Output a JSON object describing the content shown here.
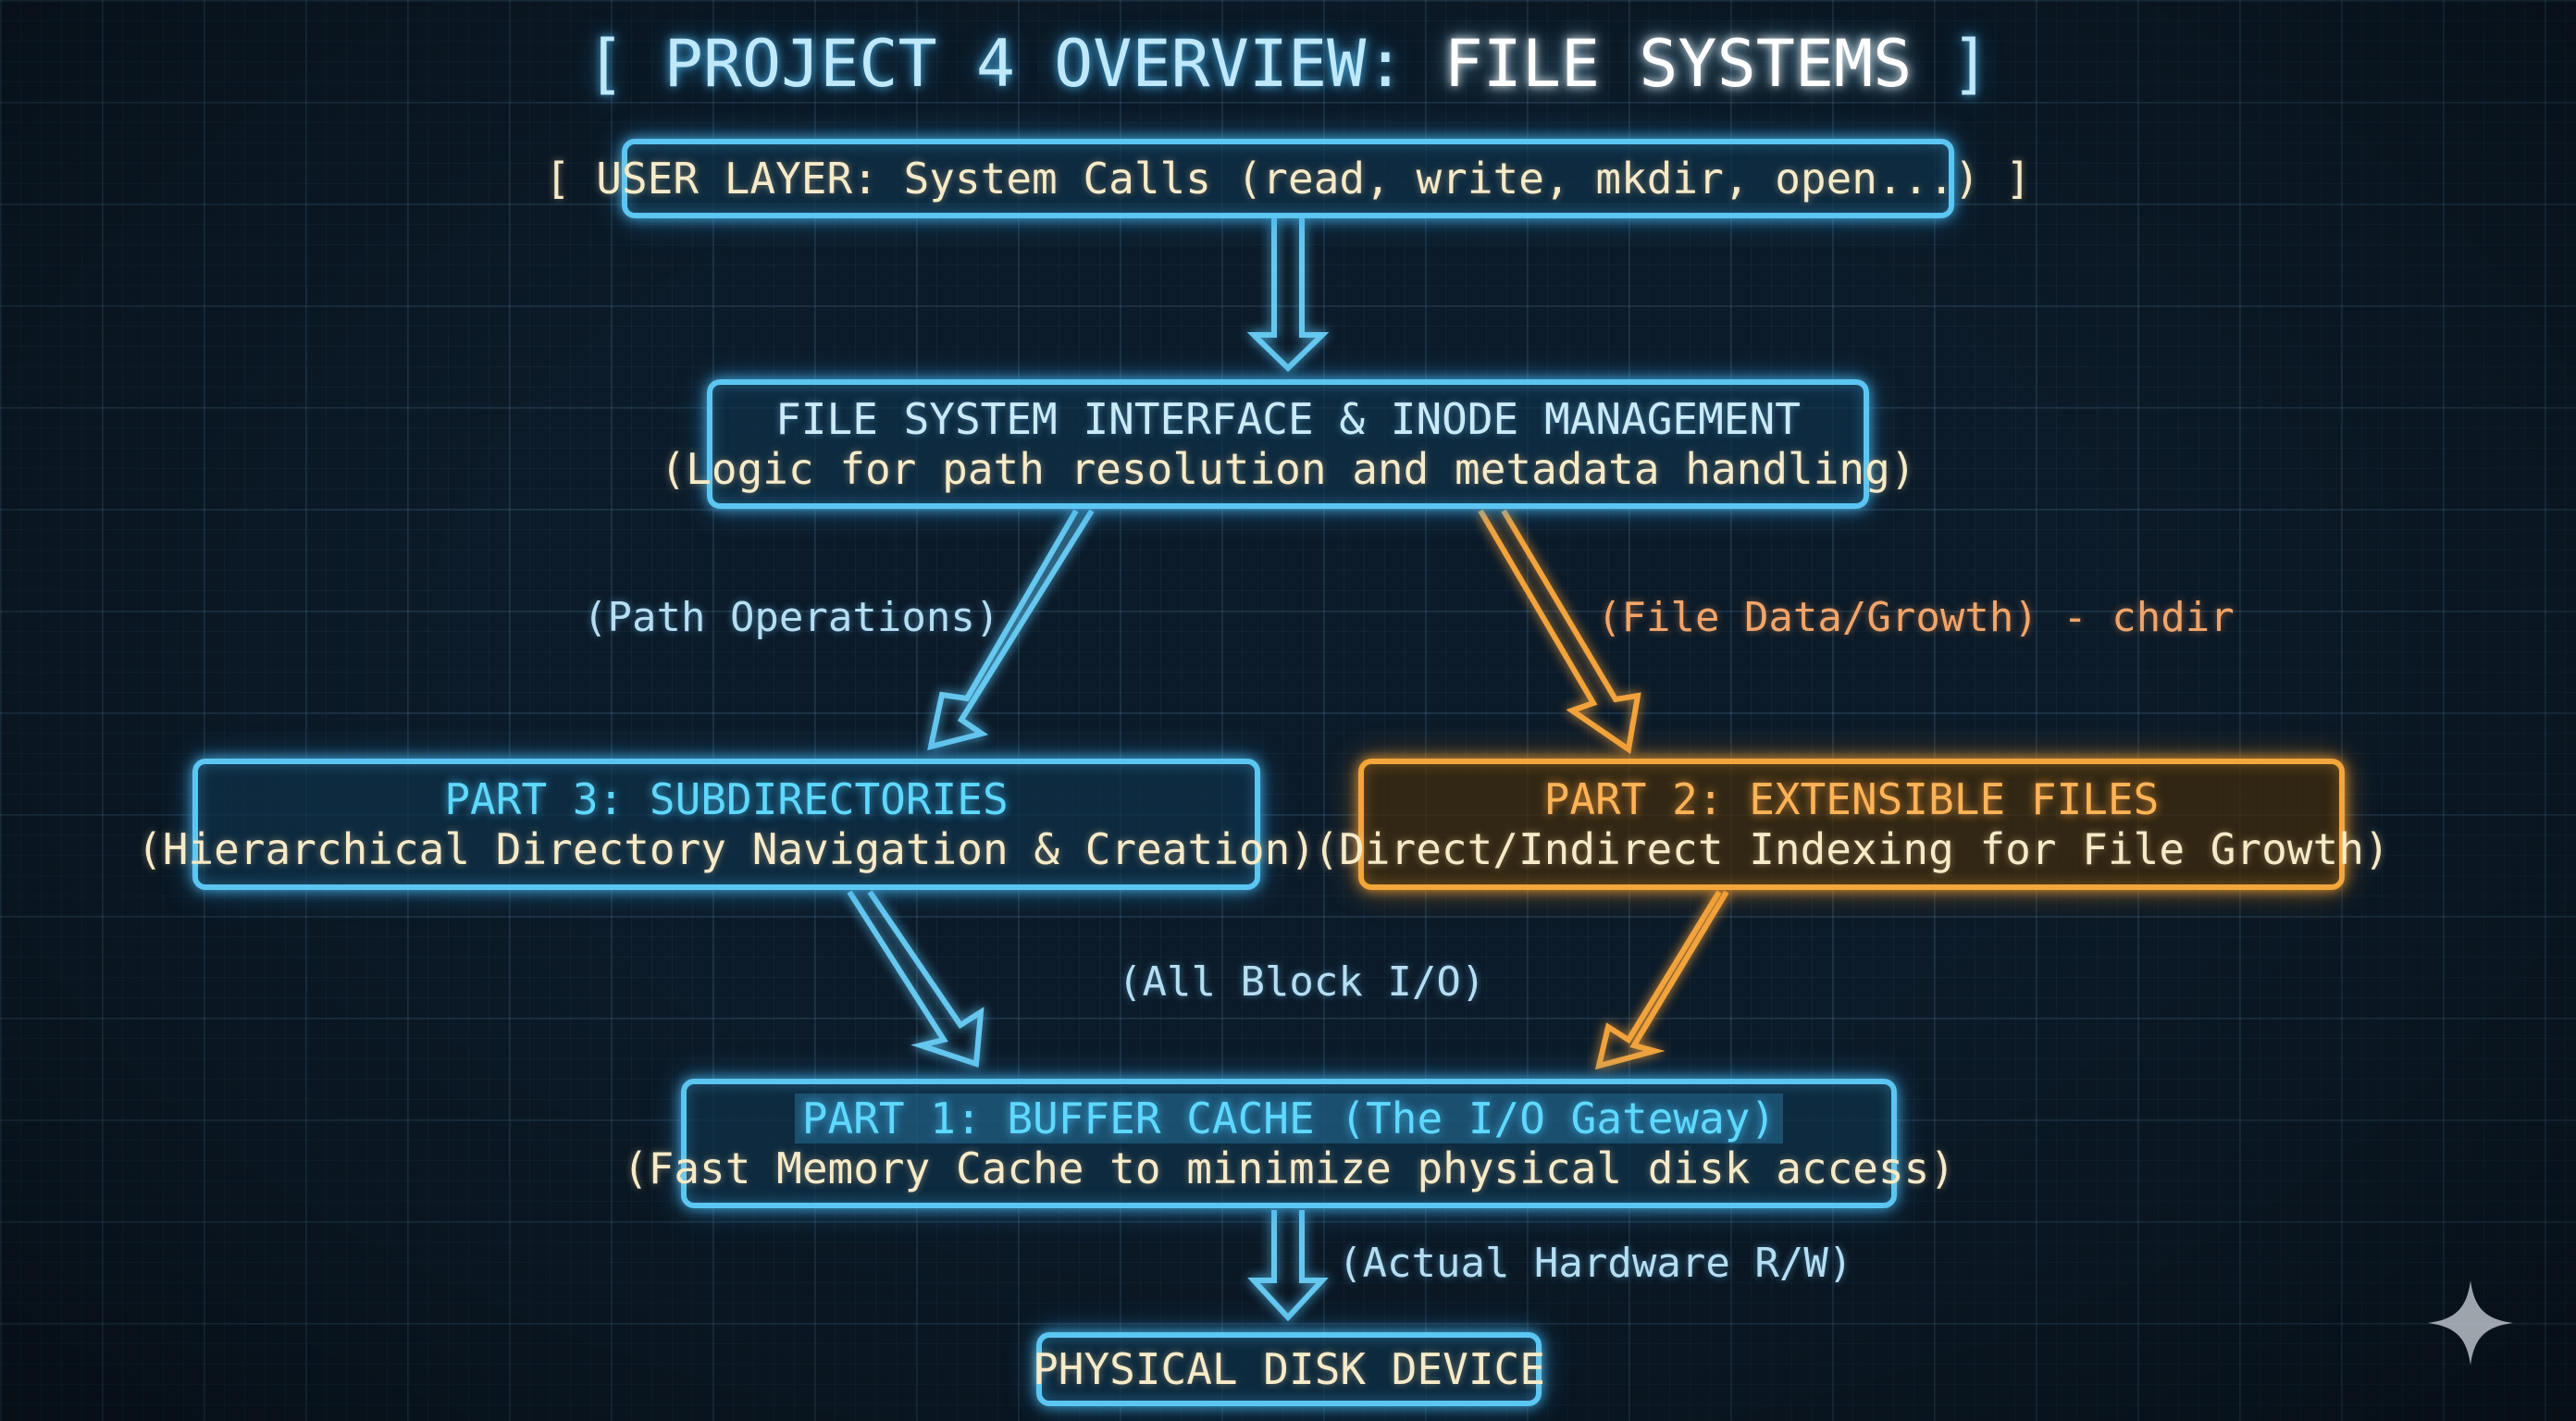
{
  "title": {
    "prefix": "[ PROJECT 4 OVERVIEW: ",
    "highlight": "FILE SYSTEMS",
    "suffix": " ]"
  },
  "boxes": {
    "user_layer": {
      "line1": "[ USER LAYER: System Calls (read, write, mkdir, open...) ]"
    },
    "fs_interface": {
      "line1": "FILE SYSTEM INTERFACE & INODE MANAGEMENT",
      "line2": "(Logic for path resolution and metadata handling)"
    },
    "part3": {
      "line1": "PART 3: SUBDIRECTORIES",
      "line2": "(Hierarchical Directory Navigation & Creation)"
    },
    "part2": {
      "line1": "PART 2: EXTENSIBLE FILES",
      "line2": "(Direct/Indirect Indexing for File Growth)"
    },
    "part1": {
      "line1": "PART 1: BUFFER CACHE (The I/O Gateway)",
      "line2": "(Fast Memory Cache to minimize physical disk access)"
    },
    "disk": {
      "line1": "PHYSICAL DISK DEVICE"
    }
  },
  "labels": {
    "path_ops": "(Path Operations)",
    "file_data": "(File Data/Growth) - chdir",
    "block_io": "(All Block I/O)",
    "hardware": "(Actual Hardware R/W)"
  },
  "colors": {
    "blue_accent": "#5cc6f2",
    "orange_accent": "#f3a63a",
    "background": "#0c1b29"
  },
  "icons": {
    "watermark": "sparkle-icon"
  }
}
